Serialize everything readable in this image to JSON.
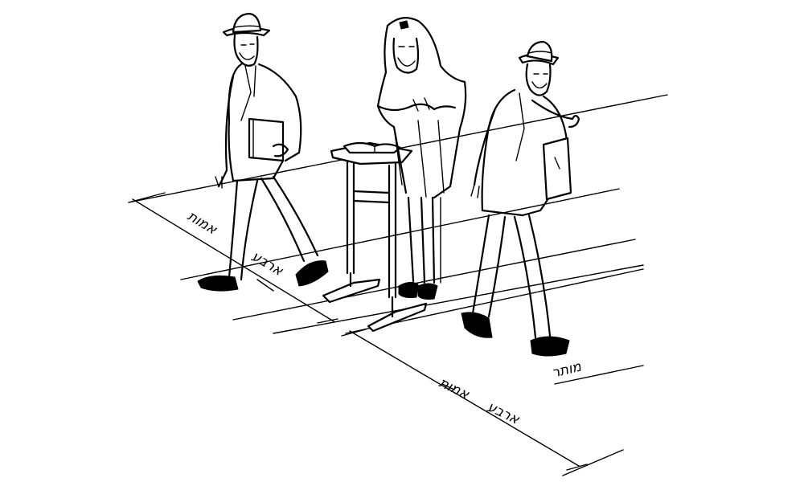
{
  "labels": {
    "left_amot": "אמות",
    "left_arba": "ארבע",
    "right_mutar": "מותר",
    "right_amot": "אמות",
    "right_arba": "ארבע"
  },
  "colors": {
    "ink": "#000000",
    "paper": "#ffffff"
  }
}
